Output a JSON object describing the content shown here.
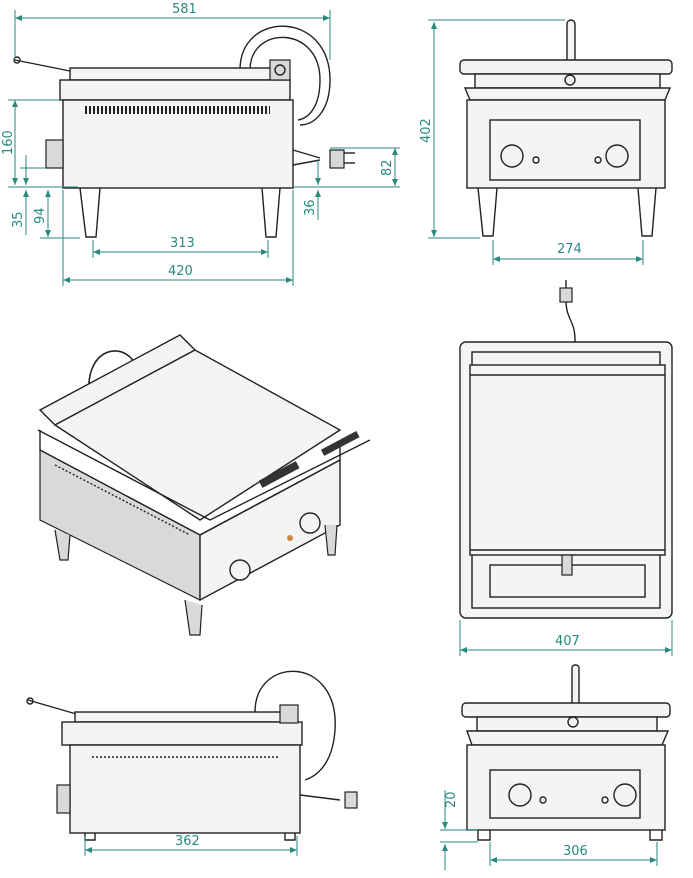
{
  "dimensions": {
    "overall_depth_with_handle": "581",
    "body_height": "160",
    "leg_height": "35",
    "base_to_bottom": "94",
    "cable_height": "36",
    "cable_offset": "82",
    "leg_spacing_side": "313",
    "body_depth": "420",
    "overall_height": "402",
    "leg_spacing_front": "274",
    "overall_width": "407",
    "leg_spacing_side_small": "362",
    "leg_height_small": "20",
    "leg_spacing_front_small": "306"
  },
  "colors": {
    "dimension": "#2a8a80",
    "outline": "#222222"
  }
}
